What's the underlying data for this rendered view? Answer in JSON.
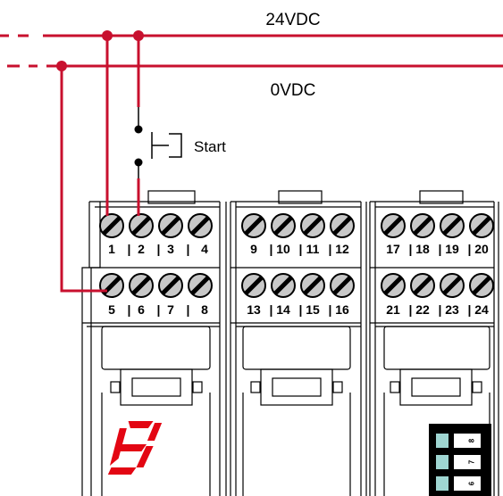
{
  "rails": {
    "positive_label": "24VDC",
    "negative_label": "0VDC"
  },
  "switch": {
    "label": "Start"
  },
  "terminal_rows": [
    [
      "1",
      "2",
      "3",
      "4",
      "9",
      "10",
      "11",
      "12",
      "17",
      "18",
      "19",
      "20"
    ],
    [
      "5",
      "6",
      "7",
      "8",
      "13",
      "14",
      "15",
      "16",
      "21",
      "22",
      "23",
      "24"
    ]
  ],
  "dip_switch": {
    "labels": [
      "8",
      "7",
      "6"
    ]
  },
  "colors": {
    "wire": "#c8102e",
    "display_segment": "#e30613",
    "dip_tab": "#9fd6d2",
    "screw": "#c8c8c8"
  }
}
